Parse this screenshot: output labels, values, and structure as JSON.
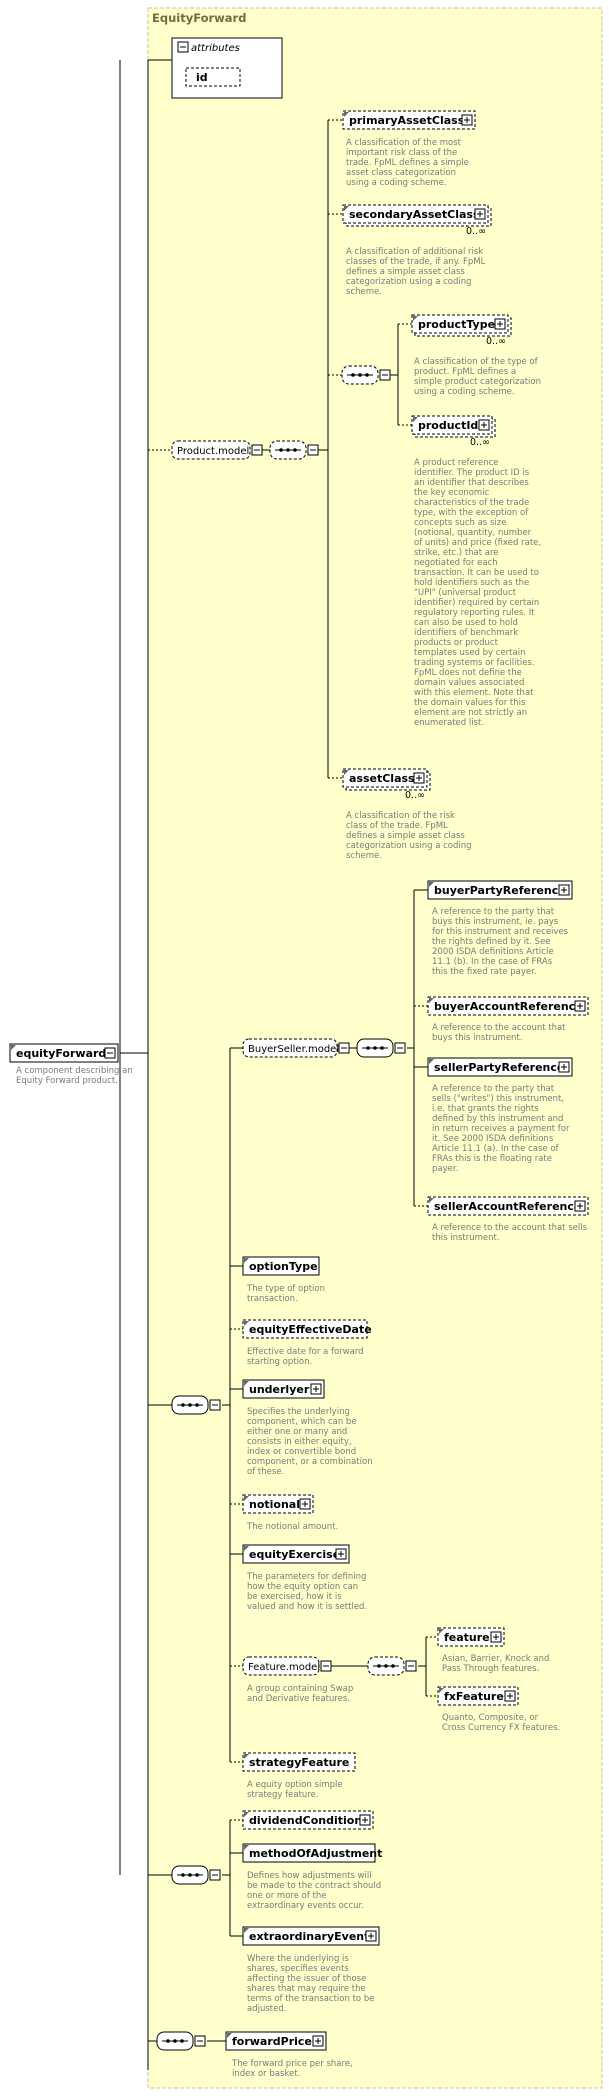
{
  "container": {
    "title": "EquityForward"
  },
  "root": {
    "label": "equityForward",
    "description": [
      "A component describing an",
      "Equity Forward product."
    ]
  },
  "attributes": {
    "header": "attributes",
    "items": [
      "id"
    ]
  },
  "product_model": {
    "label": "Product.model",
    "primaryAssetClass": {
      "label": "primaryAssetClass",
      "description": [
        "A classification of the most",
        "important risk class of the",
        "trade. FpML defines a simple",
        "asset class categorization",
        "using a coding scheme."
      ]
    },
    "secondaryAssetClass": {
      "label": "secondaryAssetClass",
      "card": "0..∞",
      "description": [
        "A classification of additional risk",
        "classes of the trade, if any. FpML",
        "defines a simple asset class",
        "categorization using a coding",
        "scheme."
      ]
    },
    "productType": {
      "label": "productType",
      "card": "0..∞",
      "description": [
        "A classification of the type of",
        "product. FpML defines a",
        "simple product categorization",
        "using a coding scheme."
      ]
    },
    "productId": {
      "label": "productId",
      "card": "0..∞",
      "description": [
        "A product reference",
        "identifier. The product ID is",
        "an identifier that describes",
        "the key economic",
        "characteristics of the trade",
        "type, with the exception of",
        "concepts such as size",
        "(notional, quantity, number",
        "of units) and price (fixed rate,",
        "strike, etc.) that are",
        "negotiated for each",
        "transaction. It can be used to",
        "hold identifiers such as the",
        "\"UPI\" (universal product",
        "identifier) required by certain",
        "regulatory reporting rules. It",
        "can also be used to hold",
        "identifiers of benchmark",
        "products or product",
        "templates used by certain",
        "trading systems or facilities.",
        "FpML does not define the",
        "domain values associated",
        "with this element. Note that",
        "the domain values for this",
        "element are not strictly an",
        "enumerated list."
      ]
    },
    "assetClass": {
      "label": "assetClass",
      "card": "0..∞",
      "description": [
        "A classification of the risk",
        "class of the trade. FpML",
        "defines a simple asset class",
        "categorization using a coding",
        "scheme."
      ]
    }
  },
  "buyer_seller_model": {
    "label": "BuyerSeller.model",
    "buyerPartyReference": {
      "label": "buyerPartyReference",
      "description": [
        "A reference to the party that",
        "buys this instrument, ie. pays",
        "for this instrument and receives",
        "the rights defined by it. See",
        "2000 ISDA definitions Article",
        "11.1 (b). In the case of FRAs",
        "this the fixed rate payer."
      ]
    },
    "buyerAccountReference": {
      "label": "buyerAccountReference",
      "description": [
        "A reference to the account that",
        "buys this instrument."
      ]
    },
    "sellerPartyReference": {
      "label": "sellerPartyReference",
      "description": [
        "A reference to the party that",
        "sells (\"writes\") this instrument,",
        "i.e. that grants the rights",
        "defined by this instrument and",
        "in return receives a payment for",
        "it. See 2000 ISDA definitions",
        "Article 11.1 (a). In the case of",
        "FRAs this is the floating rate",
        "payer."
      ]
    },
    "sellerAccountReference": {
      "label": "sellerAccountReference",
      "description": [
        "A reference to the account that sells",
        "this instrument."
      ]
    }
  },
  "optionType": {
    "label": "optionType",
    "description": [
      "The type of option",
      "transaction."
    ]
  },
  "equityEffectiveDate": {
    "label": "equityEffectiveDate",
    "description": [
      "Effective date for a forward",
      "starting option."
    ]
  },
  "underlyer": {
    "label": "underlyer",
    "description": [
      "Specifies the underlying",
      "component, which can be",
      "either one or many and",
      "consists in either equity,",
      "index or convertible bond",
      "component, or a combination",
      "of these."
    ]
  },
  "notional": {
    "label": "notional",
    "description": [
      "The notional amount."
    ]
  },
  "equityExercise": {
    "label": "equityExercise",
    "description": [
      "The parameters for defining",
      "how the equity option can",
      "be exercised, how it is",
      "valued and how it is settled."
    ]
  },
  "feature_model": {
    "label": "Feature.model",
    "description": [
      "A group containing Swap",
      "and Derivative features."
    ],
    "feature": {
      "label": "feature",
      "description": [
        "Asian, Barrier, Knock and",
        "Pass Through features."
      ]
    },
    "fxFeature": {
      "label": "fxFeature",
      "description": [
        "Quanto, Composite, or",
        "Cross Currency FX features."
      ]
    }
  },
  "strategyFeature": {
    "label": "strategyFeature",
    "description": [
      "A equity option simple",
      "strategy feature."
    ]
  },
  "dividendConditions": {
    "label": "dividendConditions"
  },
  "methodOfAdjustment": {
    "label": "methodOfAdjustment",
    "description": [
      "Defines how adjustments will",
      "be made to the contract should",
      "one or more of the",
      "extraordinary events occur."
    ]
  },
  "extraordinaryEvents": {
    "label": "extraordinaryEvents",
    "description": [
      "Where the underlying is",
      "shares, specifies events",
      "affecting the issuer of those",
      "shares that may require the",
      "terms of the transaction to be",
      "adjusted."
    ]
  },
  "forwardPrice": {
    "label": "forwardPrice",
    "description": [
      "The forward price per share,",
      "index or basket."
    ]
  },
  "colors": {
    "container_fill": "#ffffcc",
    "container_border": "#c8c89a",
    "line": "#000000",
    "description_text": "#7a7a7a"
  }
}
